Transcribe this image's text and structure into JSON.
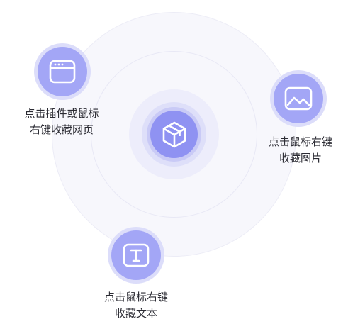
{
  "features": {
    "web": {
      "icon": "browser-window-icon",
      "line1": "点击插件或鼠标",
      "line2": "右键收藏网页"
    },
    "image": {
      "icon": "image-icon",
      "line1": "点击鼠标右键",
      "line2": "收藏图片"
    },
    "text": {
      "icon": "text-t-icon",
      "line1": "点击鼠标右键",
      "line2": "收藏文本"
    }
  },
  "center": {
    "icon": "cube-icon"
  },
  "colors": {
    "accent": "#8f92f2",
    "accent_light": "#a3a6f6",
    "ring": "#f7f7fc",
    "text": "#2b2b33"
  }
}
